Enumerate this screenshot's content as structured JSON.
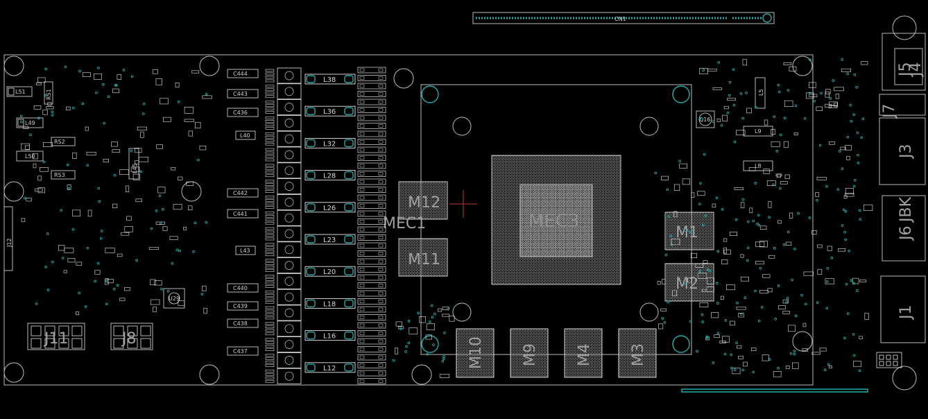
{
  "colors": {
    "background": "#000000",
    "outline": "#bdbdbd",
    "pad": "#e6e6e6",
    "via": "#27a9a9",
    "silkscreen": "#8c8c8c",
    "marker": "#c0392b"
  },
  "labels": {
    "connector": "CN1",
    "gpu": "MEC3",
    "gpu_ghost": "MEC1",
    "memory": [
      "M12",
      "M11",
      "M1",
      "M2",
      "M10",
      "M9",
      "M4",
      "M3"
    ],
    "power_connectors": [
      "J11",
      "J8"
    ],
    "right_connectors": [
      "J4",
      "J5",
      "J7",
      "J3",
      "J6",
      "J1",
      "JBK"
    ],
    "left_connector": "J12",
    "inductors": [
      "L38",
      "L36",
      "L32",
      "L28",
      "L26",
      "L23",
      "L20",
      "L18",
      "L16",
      "L12"
    ],
    "small_inductors": [
      "L9",
      "L8",
      "L5"
    ],
    "left_inductors": [
      "L51",
      "L49",
      "L50",
      "L45",
      "L40",
      "L43"
    ],
    "capacitors": [
      "C444",
      "C443",
      "C436",
      "C442",
      "C441",
      "C440",
      "C439",
      "C438",
      "C437"
    ],
    "transistor": "Q16",
    "regulator": "U29",
    "resistors": [
      "RS1",
      "RS2",
      "RS3"
    ]
  }
}
